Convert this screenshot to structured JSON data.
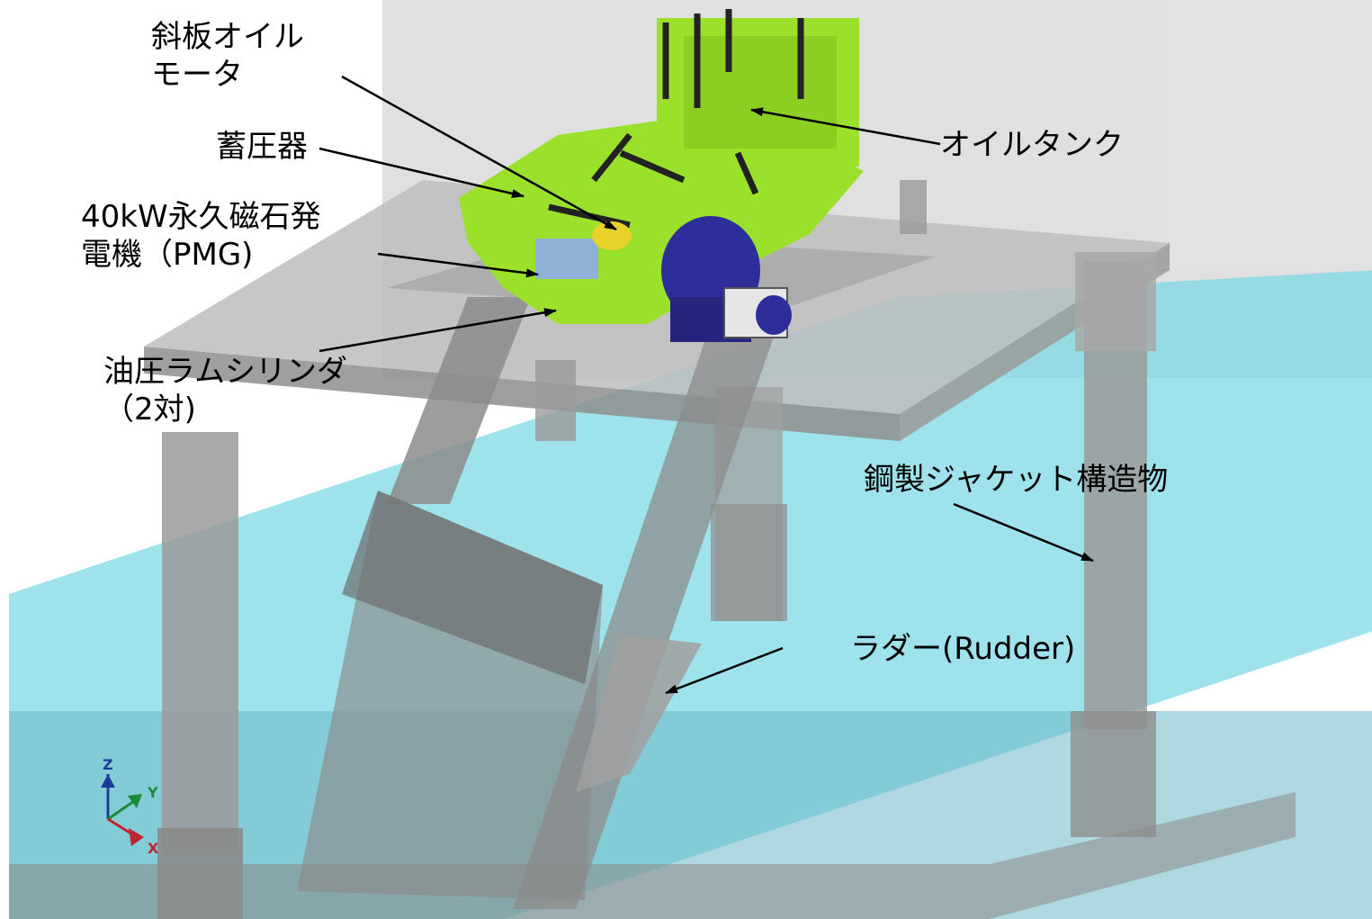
{
  "diagram": {
    "labels": {
      "swash_motor": [
        "斜板オイル",
        "モータ"
      ],
      "accumulator": "蓄圧器",
      "pmg": [
        "40kW永久磁石発",
        "電機（PMG)"
      ],
      "ram_cylinder": [
        "油圧ラムシリンダ",
        "（2対)"
      ],
      "oil_tank": "オイルタンク",
      "steel_jacket": "鋼製ジャケット構造物",
      "rudder": "ラダー(Rudder)"
    },
    "axis_triad": {
      "z": "Z",
      "y": "Y",
      "x": "X"
    }
  },
  "colors": {
    "water": "#7ed8e6",
    "frame": "#a3a3a3",
    "equipment": "#9be02a",
    "generator_hub": "#2e2e9a",
    "rudder": "#8a8a8a",
    "enclosure": "#c9c9c9"
  }
}
